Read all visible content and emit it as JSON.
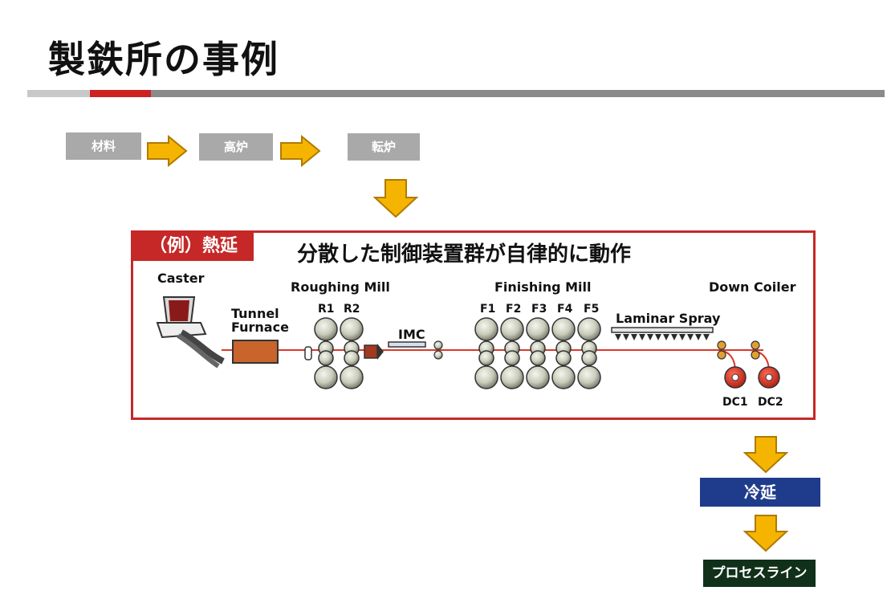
{
  "title": "製鉄所の事例",
  "flow": [
    "材料",
    "高炉",
    "転炉"
  ],
  "section": {
    "tag": "（例）熱延",
    "heading": "分散した制御装置群が自律的に動作"
  },
  "labels": {
    "caster": "Caster",
    "tunnel_furnace_1": "Tunnel",
    "tunnel_furnace_2": "Furnace",
    "roughing_mill": "Roughing Mill",
    "r1": "R1",
    "r2": "R2",
    "imc": "IMC",
    "finishing_mill": "Finishing Mill",
    "f1": "F1",
    "f2": "F2",
    "f3": "F3",
    "f4": "F4",
    "f5": "F5",
    "laminar_spray": "Laminar Spray",
    "down_coiler": "Down Coiler",
    "dc1": "DC1",
    "dc2": "DC2"
  },
  "next_steps": [
    "冷延",
    "プロセスライン"
  ],
  "colors": {
    "accent_red": "#c62828",
    "arrow_orange": "#f5b400",
    "cold_rolling_blue": "#1f3c8c",
    "process_line_green": "#10301a"
  }
}
